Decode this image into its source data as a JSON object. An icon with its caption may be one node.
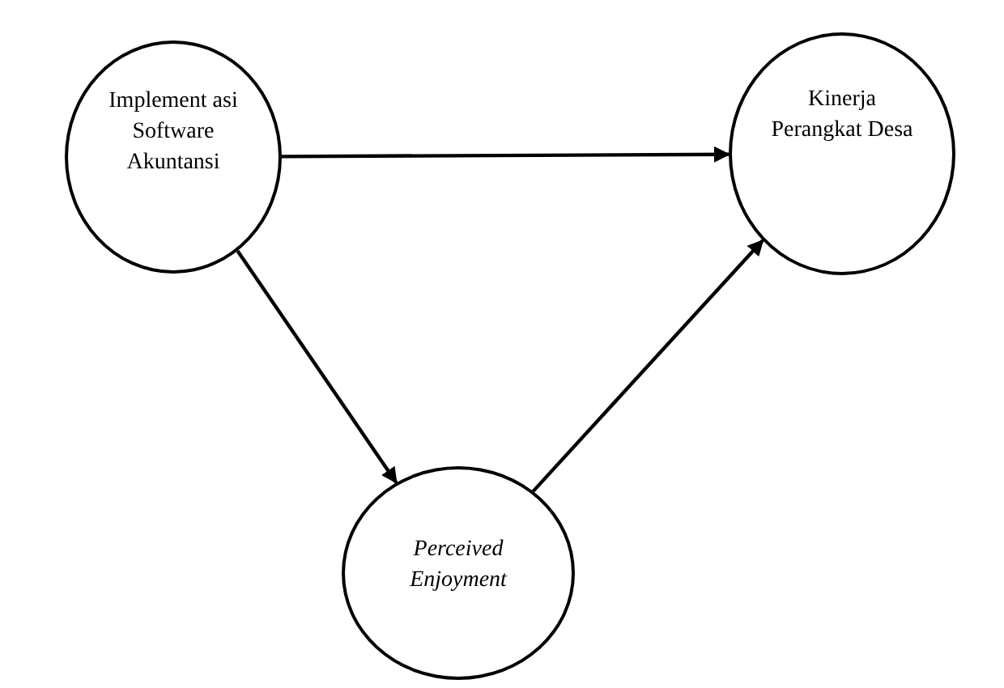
{
  "diagram": {
    "nodes": [
      {
        "text": [
          "Implement asi Software Akuntansi"
        ]
      },
      {
        "text": [
          "Kinerja Perangkat Desa"
        ]
      },
      {
        "text": [
          "Perceived Enjoyment"
        ]
      }
    ],
    "edges": [
      {
        "from": 0,
        "to": 1,
        "arrow": "to"
      },
      {
        "from": 0,
        "to": 2,
        "arrow": "to"
      },
      {
        "from": 2,
        "to": 1,
        "arrow": "to"
      }
    ]
  }
}
